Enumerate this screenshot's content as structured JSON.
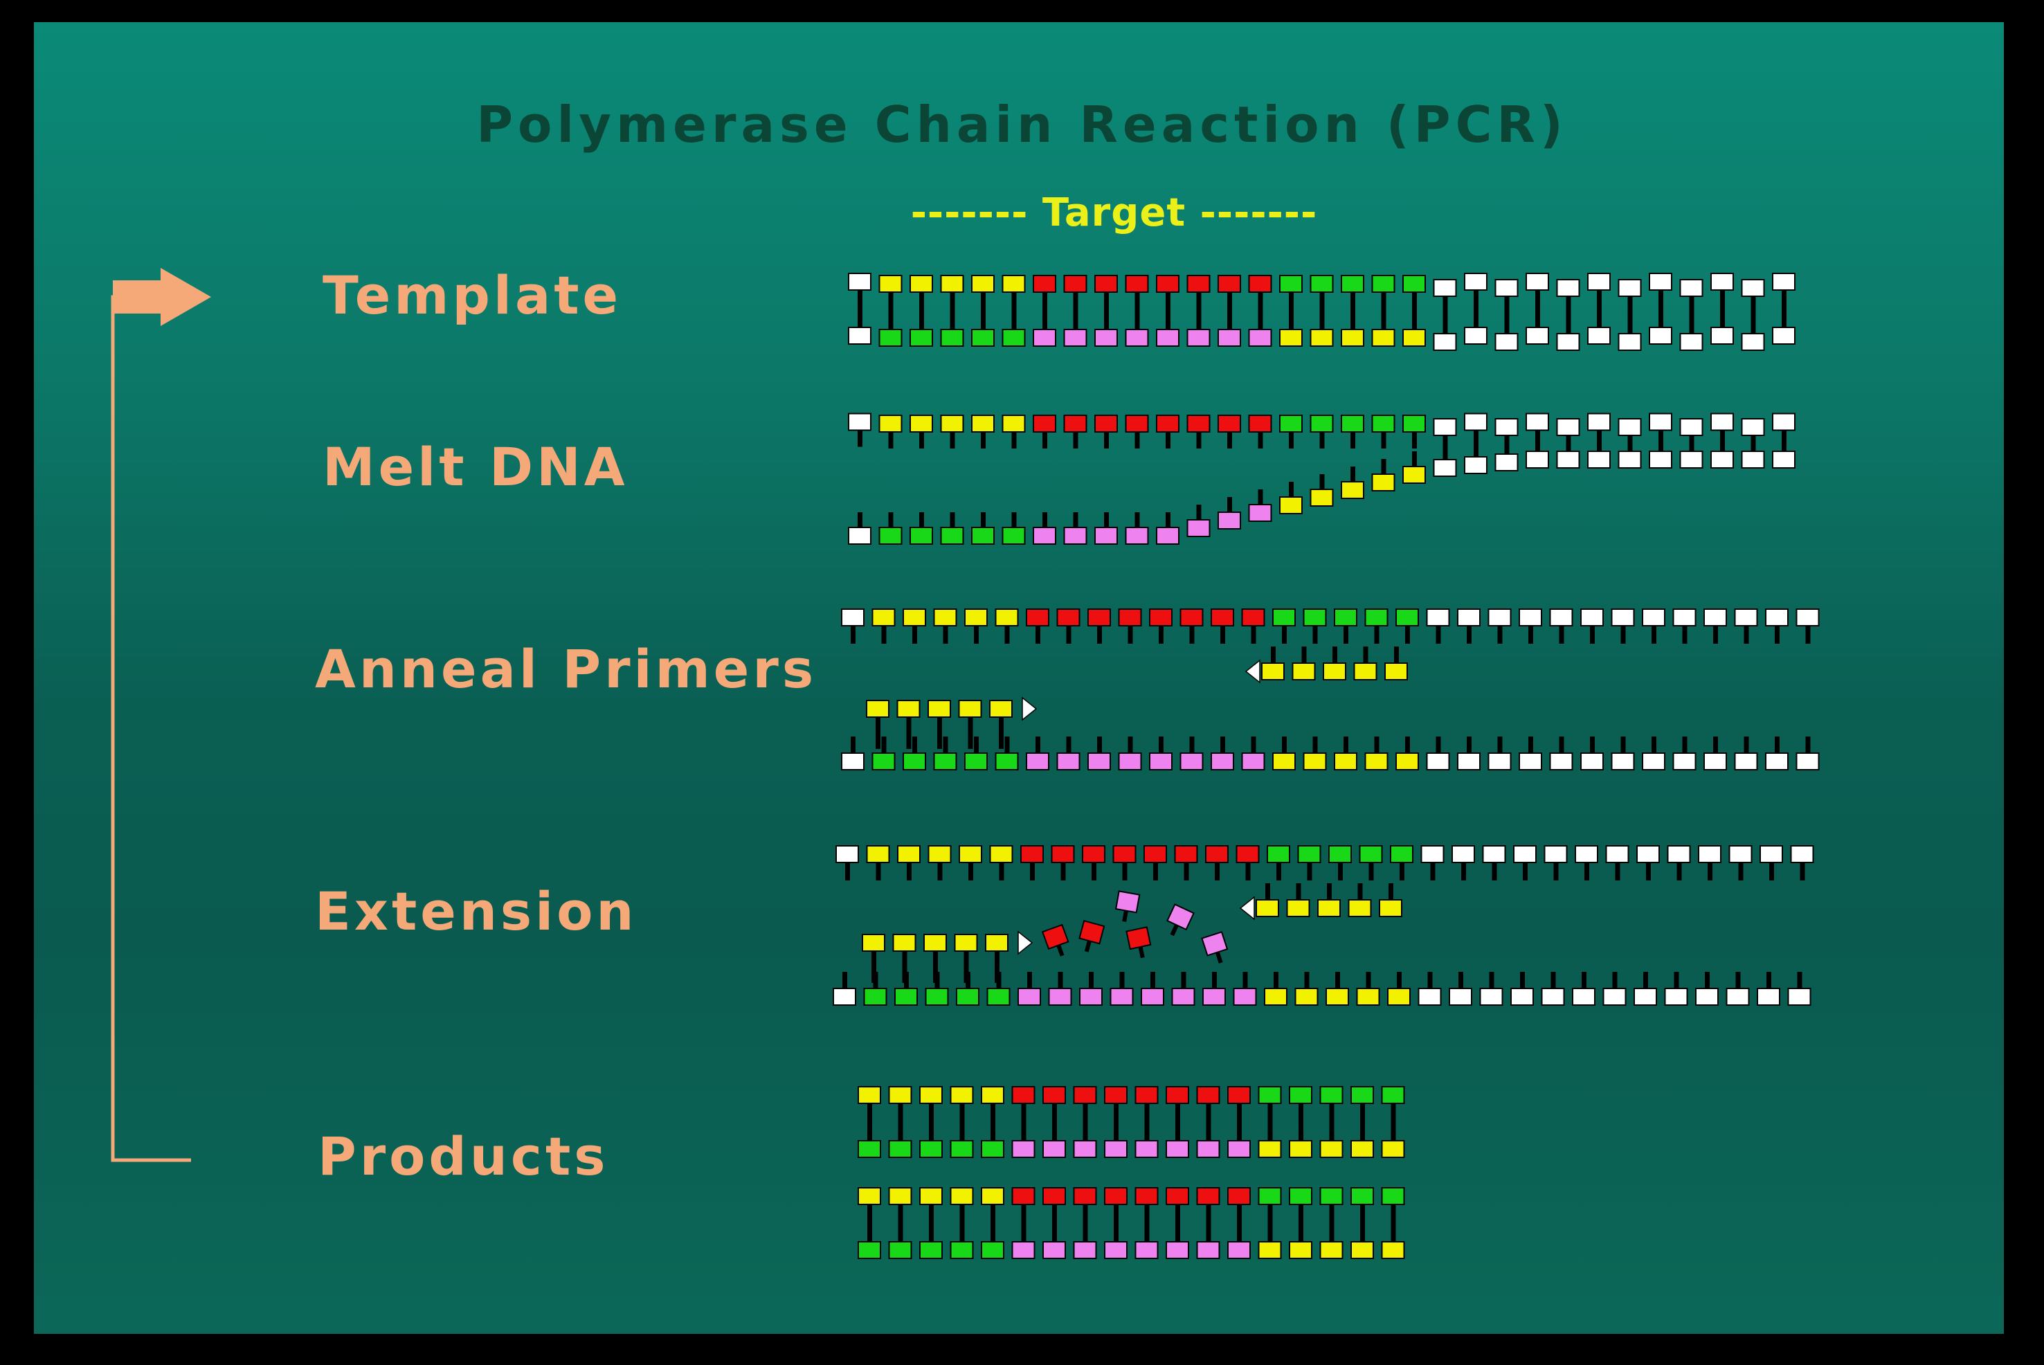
{
  "title": "Polymerase Chain Reaction (PCR)",
  "target_label": "------- Target -------",
  "steps": [
    {
      "label": "Template"
    },
    {
      "label": "Melt DNA"
    },
    {
      "label": "Anneal Primers"
    },
    {
      "label": "Extension"
    },
    {
      "label": "Products"
    }
  ],
  "colors": {
    "background": "#0c7767",
    "title": "#0a4536",
    "label": "#f5a878",
    "target": "#ecf019",
    "base_yellow": "#f2f200",
    "base_red": "#ee1010",
    "base_green": "#18d818",
    "base_pink": "#ee82ee",
    "base_white": "#ffffff"
  },
  "icons": {
    "cycle_arrow": "cycle-arrow-icon",
    "primer_direction": "primer-arrow-icon"
  }
}
